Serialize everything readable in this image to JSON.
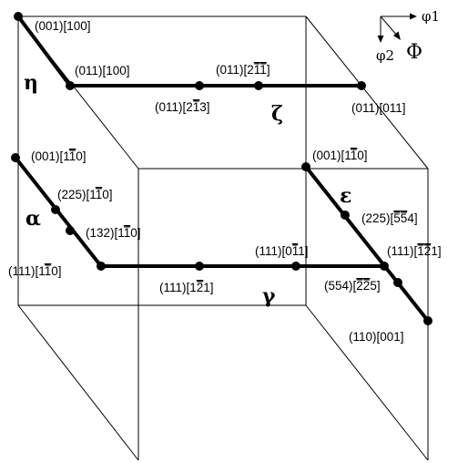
{
  "axes": {
    "phi1": "φ1",
    "phi2": "φ2",
    "Phi": "Φ"
  },
  "fibers": {
    "eta": "η",
    "zeta": "ζ",
    "alpha": "α",
    "gamma": "γ",
    "epsilon": "ε"
  },
  "orientations": [
    {
      "id": "o001_100",
      "plane": "(001)",
      "dir": [
        {
          "t": "[100]"
        }
      ]
    },
    {
      "id": "o011_100",
      "plane": "(011)",
      "dir": [
        {
          "t": "[100]"
        }
      ]
    },
    {
      "id": "o011_2m1m1",
      "plane": "(011)",
      "dir": [
        {
          "t": "[2"
        },
        {
          "t": "1",
          "bar": true
        },
        {
          "t": "1",
          "bar": true
        },
        {
          "t": "]"
        }
      ]
    },
    {
      "id": "o011_2m13",
      "plane": "(011)",
      "dir": [
        {
          "t": "[2"
        },
        {
          "t": "1",
          "bar": true
        },
        {
          "t": "3]"
        }
      ]
    },
    {
      "id": "o011_011",
      "plane": "(011)",
      "dir": [
        {
          "t": "[011]"
        }
      ]
    },
    {
      "id": "o001_1m10_left",
      "plane": "(001)",
      "dir": [
        {
          "t": "[1"
        },
        {
          "t": "1",
          "bar": true
        },
        {
          "t": "0]"
        }
      ]
    },
    {
      "id": "o225_1m10",
      "plane": "(225)",
      "dir": [
        {
          "t": "[1"
        },
        {
          "t": "1",
          "bar": true
        },
        {
          "t": "0]"
        }
      ]
    },
    {
      "id": "o132_1m10",
      "plane": "(132)",
      "dir": [
        {
          "t": "[1"
        },
        {
          "t": "1",
          "bar": true
        },
        {
          "t": "0]"
        }
      ]
    },
    {
      "id": "o111_1m10",
      "plane": "(111)",
      "dir": [
        {
          "t": "[1"
        },
        {
          "t": "1",
          "bar": true
        },
        {
          "t": "0]"
        }
      ]
    },
    {
      "id": "o111_12m1",
      "plane": "(111)",
      "dir": [
        {
          "t": "[1"
        },
        {
          "t": "2",
          "bar": true
        },
        {
          "t": "1]"
        }
      ]
    },
    {
      "id": "o111_01m1",
      "plane": "(111)",
      "dir": [
        {
          "t": "[0"
        },
        {
          "t": "1",
          "bar": true
        },
        {
          "t": "1]"
        }
      ]
    },
    {
      "id": "o001_1m10_right",
      "plane": "(001)",
      "dir": [
        {
          "t": "[1"
        },
        {
          "t": "1",
          "bar": true
        },
        {
          "t": "0]"
        }
      ]
    },
    {
      "id": "o225_m5m54",
      "plane": "(225)",
      "dir": [
        {
          "t": "["
        },
        {
          "t": "5",
          "bar": true
        },
        {
          "t": "5",
          "bar": true
        },
        {
          "t": "4]"
        }
      ]
    },
    {
      "id": "o111_m1m21",
      "plane": "(111)",
      "dir": [
        {
          "t": "["
        },
        {
          "t": "1",
          "bar": true
        },
        {
          "t": "2",
          "bar": true
        },
        {
          "t": "1]"
        }
      ]
    },
    {
      "id": "o554_m2m25",
      "plane": "(554)",
      "dir": [
        {
          "t": "["
        },
        {
          "t": "2",
          "bar": true
        },
        {
          "t": "2",
          "bar": true
        },
        {
          "t": "5]"
        }
      ]
    },
    {
      "id": "o110_001",
      "plane": "(110)",
      "dir": [
        {
          "t": "[001]"
        }
      ]
    }
  ]
}
